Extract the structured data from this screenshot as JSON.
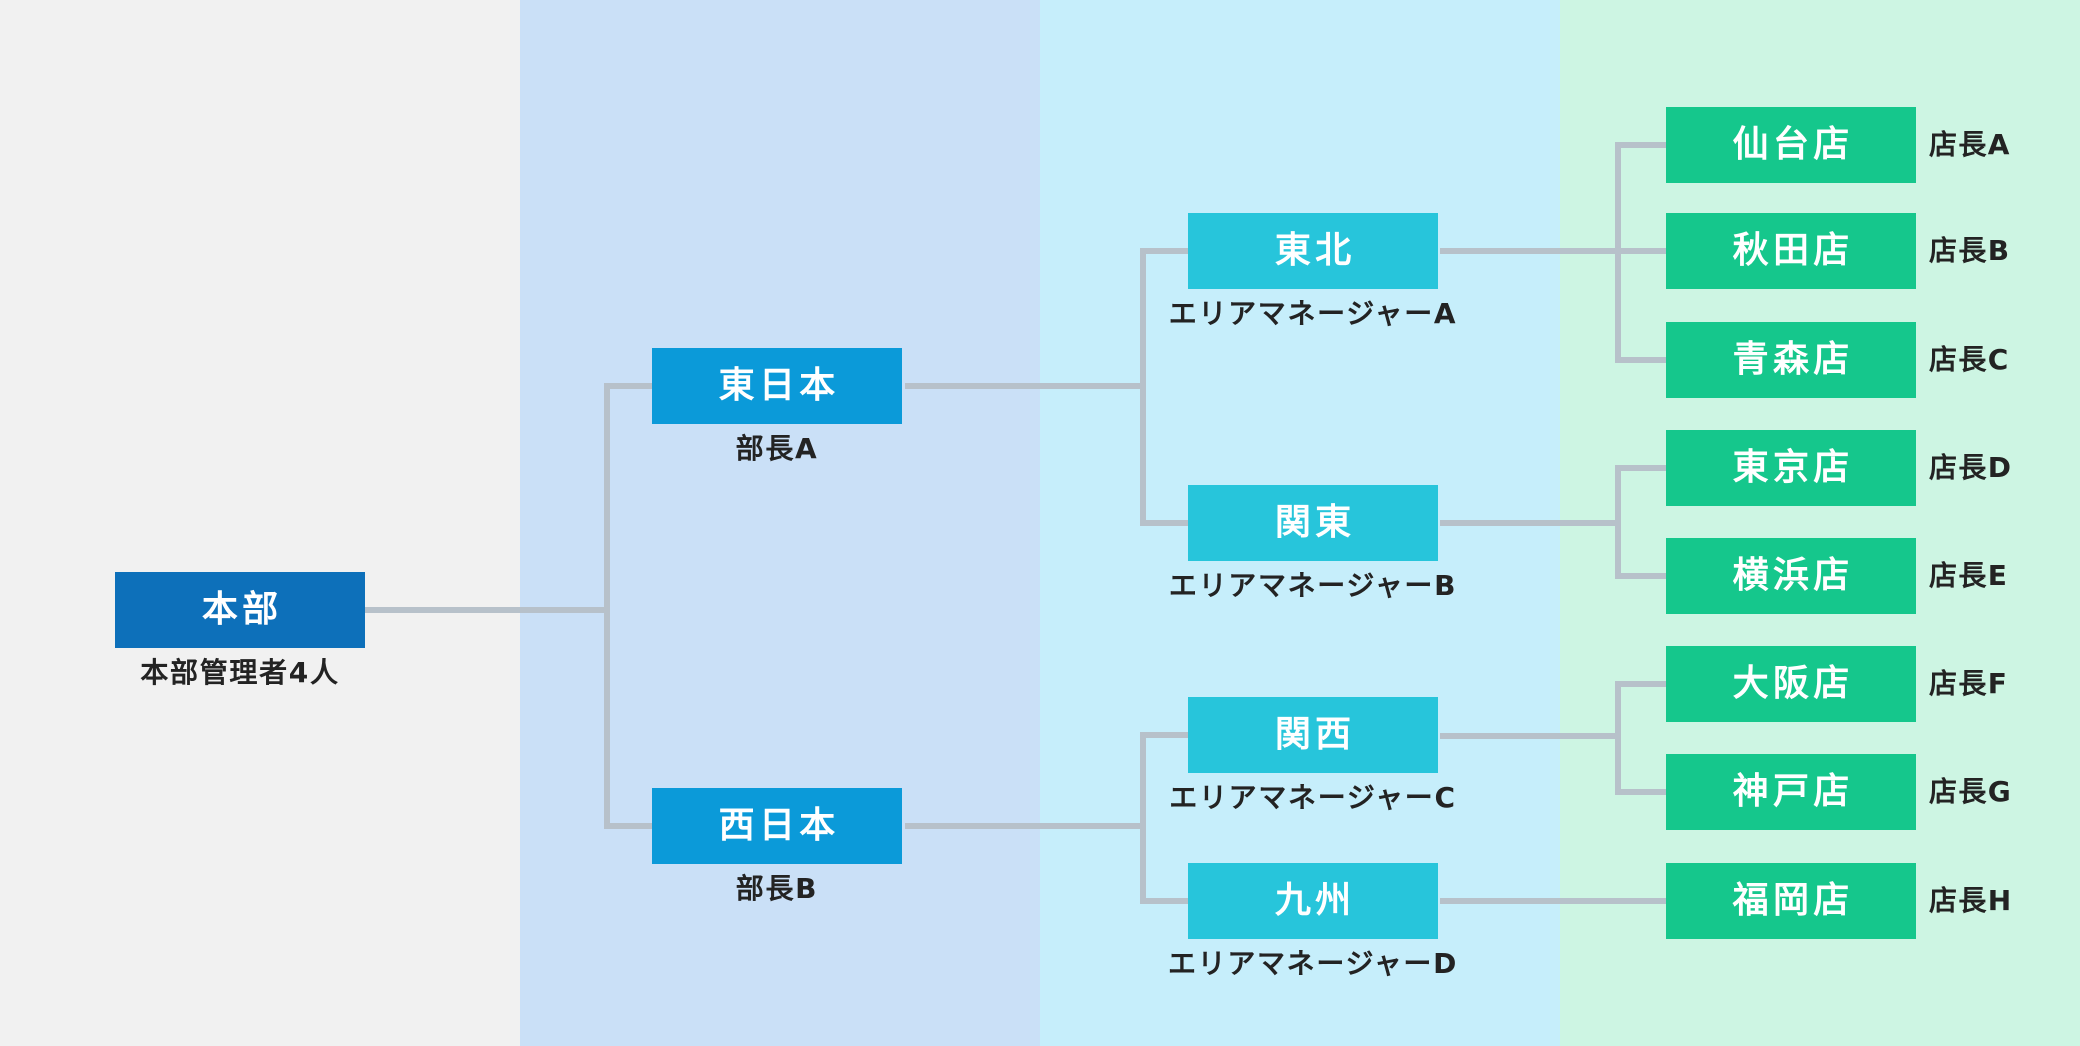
{
  "diagram": "organization-chart",
  "colors": {
    "col1_bg": "#f1f1f1",
    "col2_bg": "#cae0f7",
    "col3_bg": "#c6eefb",
    "col4_bg": "#cdf5e3",
    "hq_box": "#0d70ba",
    "dept_box": "#0b9ad9",
    "area_box": "#27c5db",
    "store_box": "#15c78c",
    "connector": "#b7c1ca",
    "box_text": "#ffffff",
    "label_text": "#232323"
  },
  "org": {
    "hq": {
      "label": "本部",
      "sublabel": "本部管理者4人"
    },
    "departments": [
      {
        "label": "東日本",
        "sublabel": "部長A"
      },
      {
        "label": "西日本",
        "sublabel": "部長B"
      }
    ],
    "areas": [
      {
        "label": "東北",
        "sublabel": "エリアマネージャーA"
      },
      {
        "label": "関東",
        "sublabel": "エリアマネージャーB"
      },
      {
        "label": "関西",
        "sublabel": "エリアマネージャーC"
      },
      {
        "label": "九州",
        "sublabel": "エリアマネージャーD"
      }
    ],
    "stores": [
      {
        "label": "仙台店",
        "manager": "店長A"
      },
      {
        "label": "秋田店",
        "manager": "店長B"
      },
      {
        "label": "青森店",
        "manager": "店長C"
      },
      {
        "label": "東京店",
        "manager": "店長D"
      },
      {
        "label": "横浜店",
        "manager": "店長E"
      },
      {
        "label": "大阪店",
        "manager": "店長F"
      },
      {
        "label": "神戸店",
        "manager": "店長G"
      },
      {
        "label": "福岡店",
        "manager": "店長H"
      }
    ]
  }
}
